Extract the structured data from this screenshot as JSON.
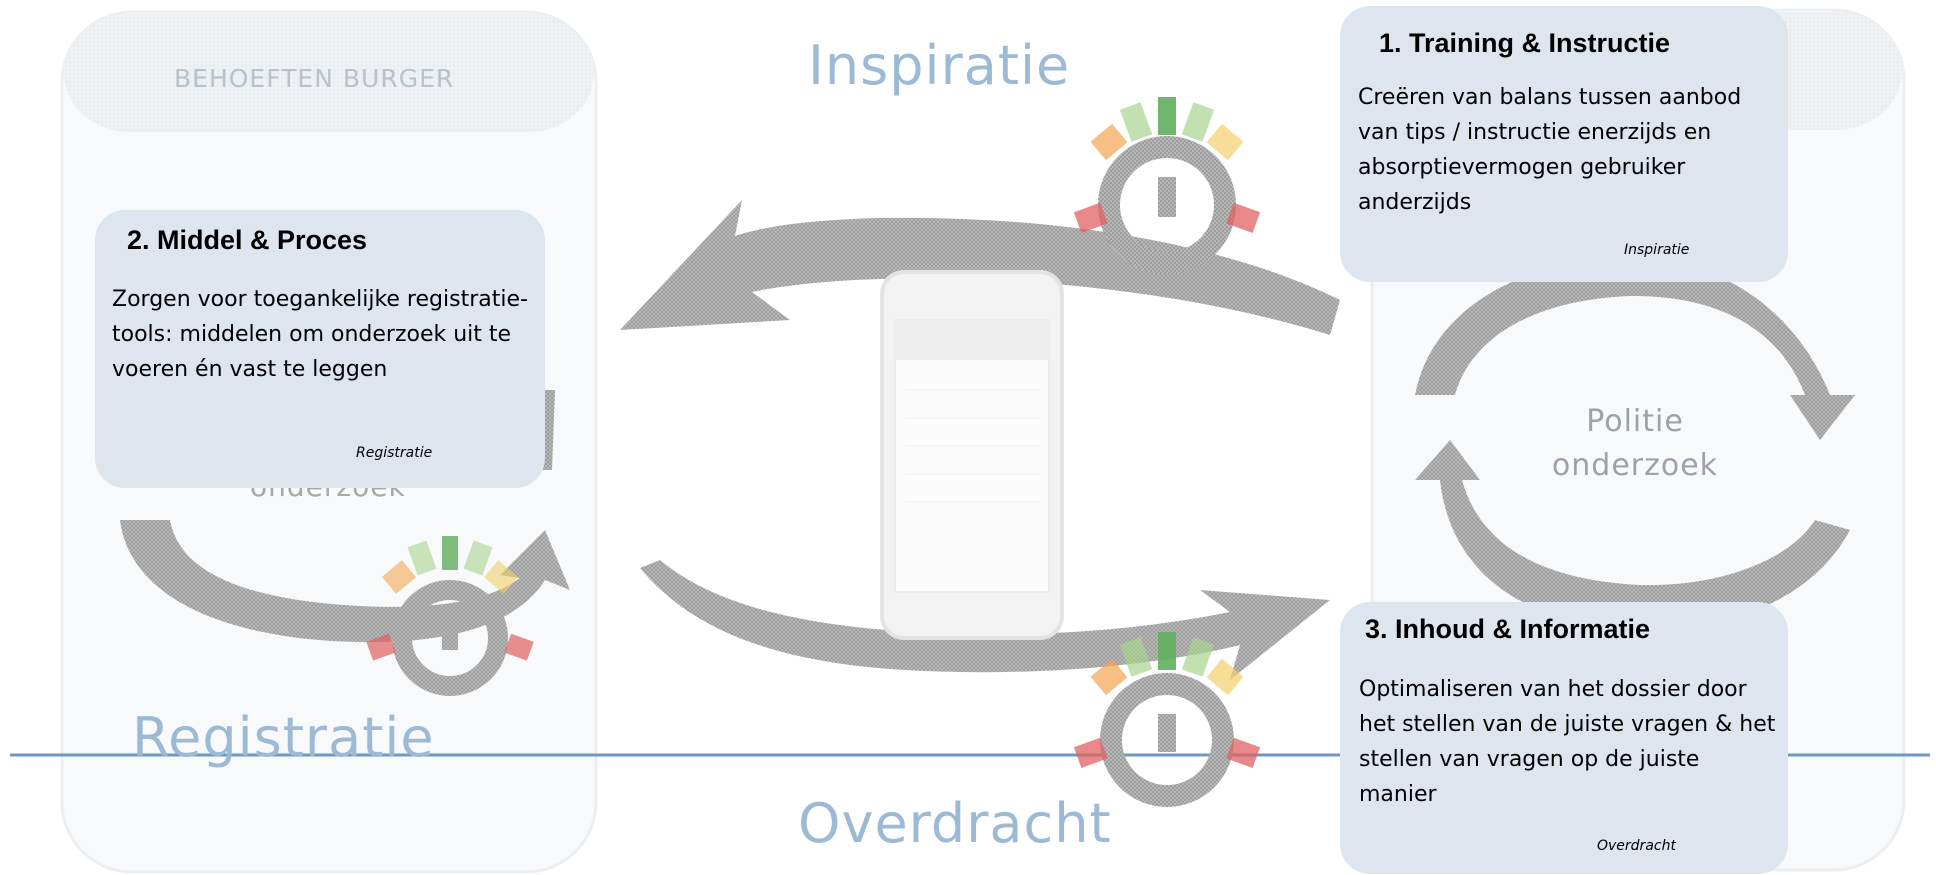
{
  "sections": {
    "left_header": "BEHOEFTEN BURGER",
    "left_overlay_label": "onderzoek",
    "center_label_line1": "Politie",
    "center_label_line2": "onderzoek"
  },
  "phases": {
    "top": "Inspiratie",
    "left": "Registratie",
    "bottom": "Overdracht"
  },
  "cards": {
    "training": {
      "title": "1. Training & Instructie",
      "body": "Creëren van balans tussen aanbod van tips / instructie enerzijds en absorptievermogen gebruiker anderzijds",
      "tag": "Inspiratie"
    },
    "middel": {
      "title": "2. Middel & Proces",
      "body": "Zorgen voor toegankelijke registratie-tools: middelen om onderzoek uit te voeren én vast te leggen",
      "tag": "Registratie"
    },
    "inhoud": {
      "title": "3. Inhoud & Informatie",
      "body": "Optimaliseren van het dossier door het stellen van de juiste vragen & het stellen van vragen op de juiste manier",
      "tag": "Overdracht"
    }
  },
  "colors": {
    "card_bg": "#dde6ee",
    "arrow_gray": "#8e8e8e",
    "phase_label_blue": "#9cbad6",
    "gauge_red": "#e06060",
    "gauge_orange": "#f2a550",
    "gauge_yellow": "#f3cf6a",
    "gauge_light_green": "#a9d48f",
    "gauge_green": "#5fae5f"
  },
  "icons": [
    "speedometer-icon",
    "smartphone-icon",
    "cycle-arrow-icon"
  ]
}
